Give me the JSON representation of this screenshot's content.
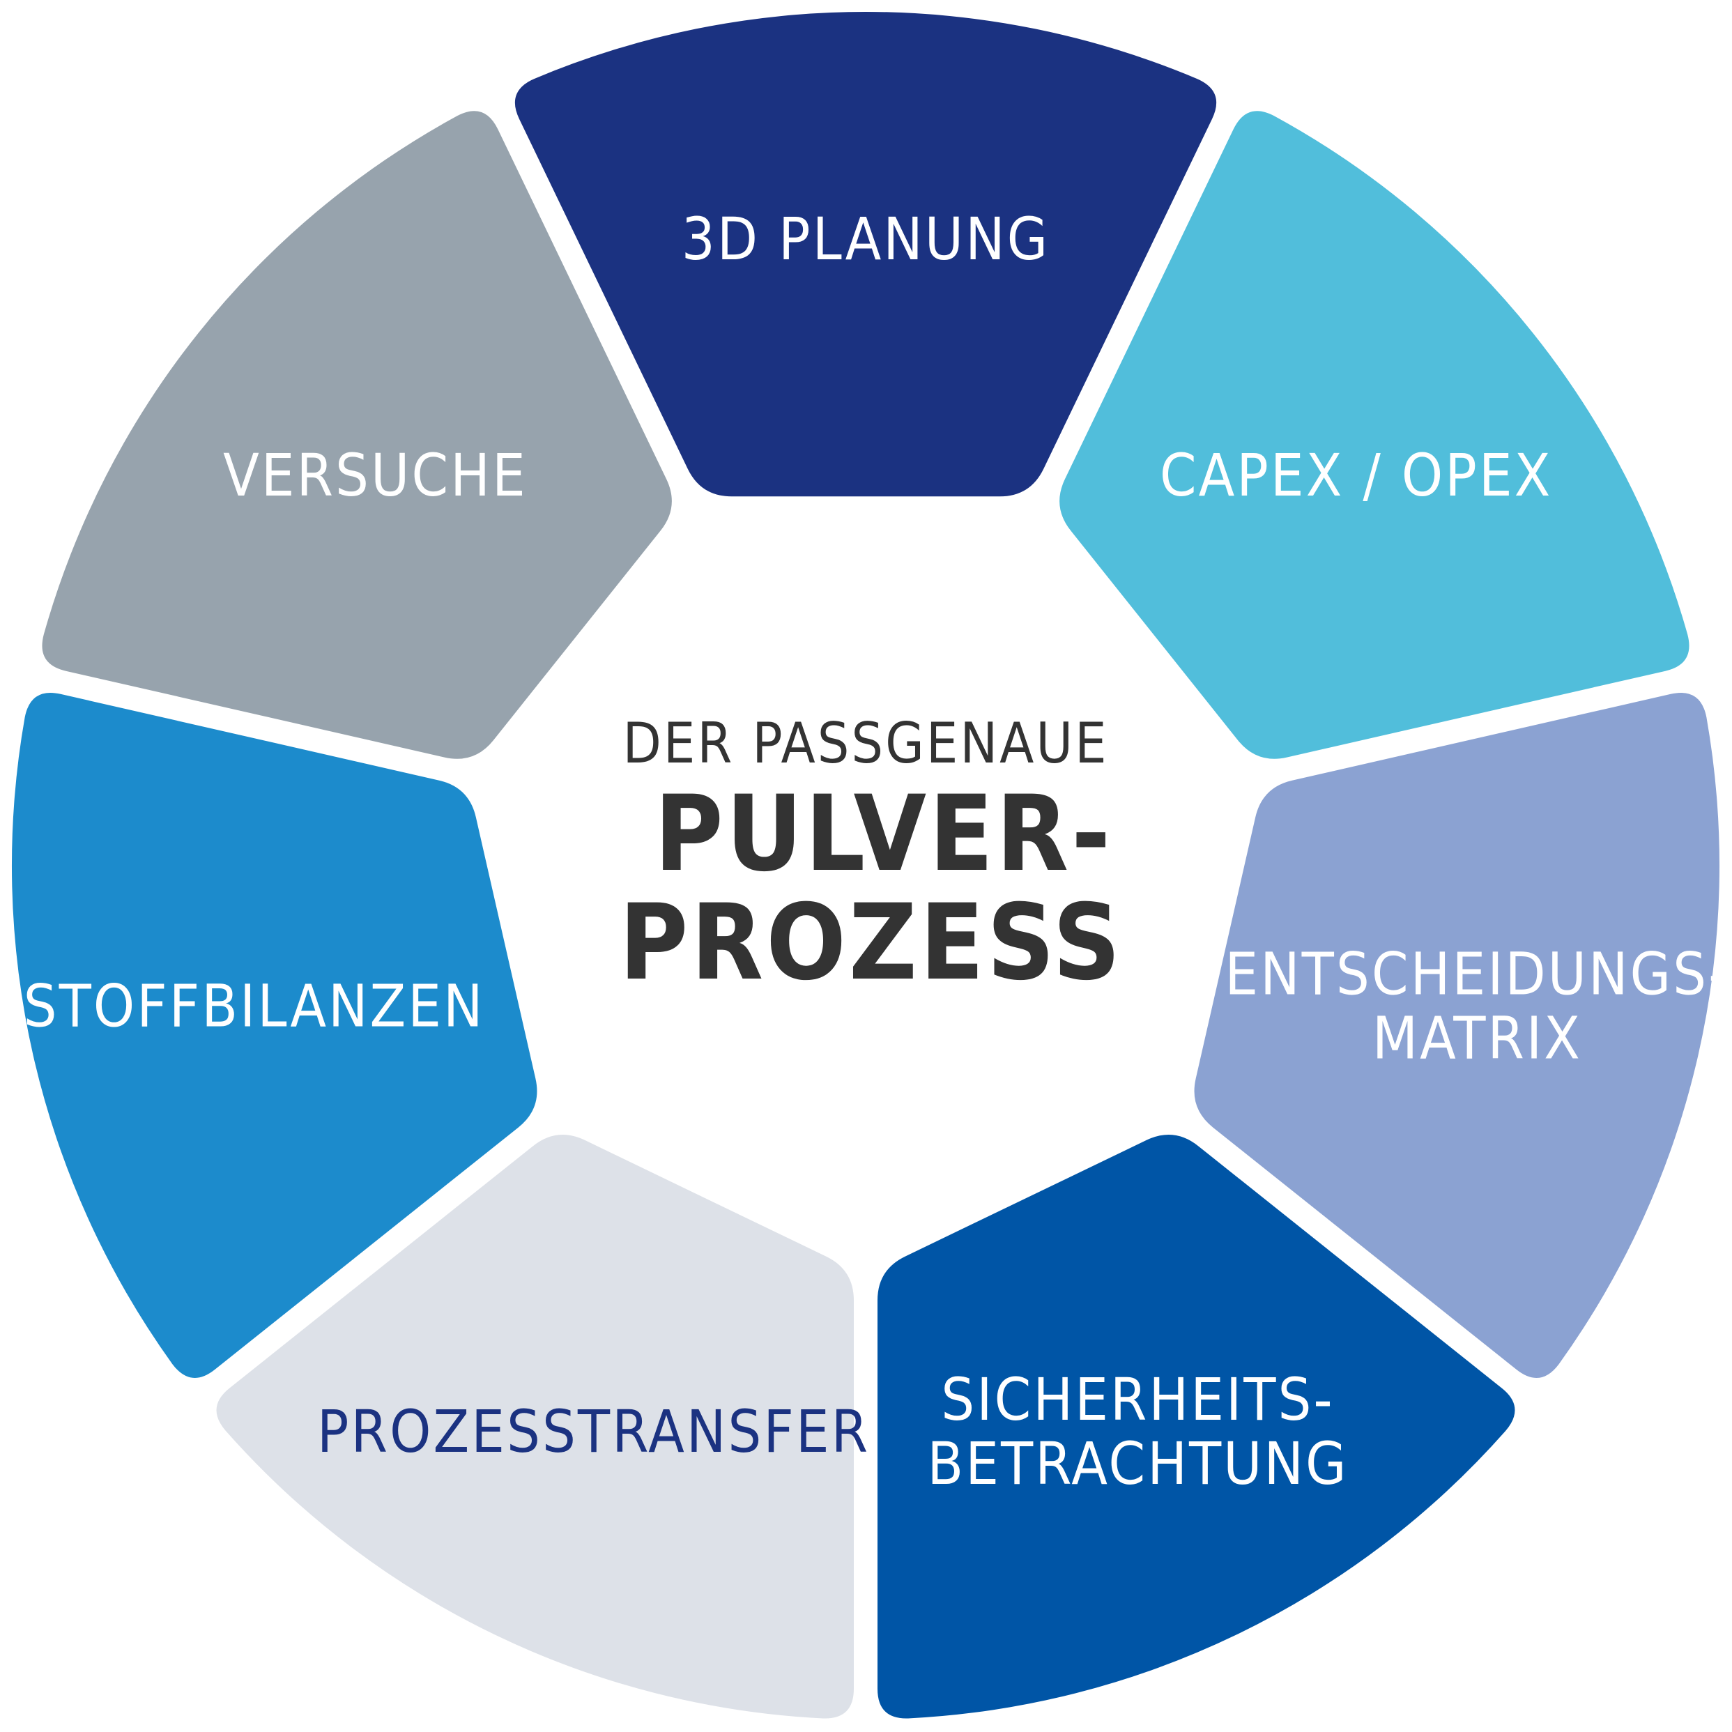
{
  "center": {
    "line1": "DER PASSGENAUE",
    "line2": "PULVER-",
    "line3": "PROZESS",
    "color": "#333333"
  },
  "segments": [
    {
      "id": "3d-planung",
      "lines": [
        "3D PLANUNG"
      ],
      "fill": "#1b3281",
      "text_color": "#ffffff"
    },
    {
      "id": "capex-opex",
      "lines": [
        "CAPEX / OPEX"
      ],
      "fill": "#51bedb",
      "text_color": "#ffffff"
    },
    {
      "id": "entscheidungsmatrix",
      "lines": [
        "ENTSCHEIDUNGS-",
        "MATRIX"
      ],
      "fill": "#8ba2d2",
      "text_color": "#ffffff"
    },
    {
      "id": "sicherheitsbetrachtung",
      "lines": [
        "SICHERHEITS-",
        "BETRACHTUNG"
      ],
      "fill": "#0055a6",
      "text_color": "#ffffff"
    },
    {
      "id": "prozesstransfer",
      "lines": [
        "PROZESSTRANSFER"
      ],
      "fill": "#dde1e8",
      "text_color": "#1b3281"
    },
    {
      "id": "stoffbilanzen",
      "lines": [
        "STOFFBILANZEN"
      ],
      "fill": "#1c8bcc",
      "text_color": "#ffffff"
    },
    {
      "id": "versuche",
      "lines": [
        "VERSUCHE"
      ],
      "fill": "#97a3ad",
      "text_color": "#ffffff"
    }
  ]
}
